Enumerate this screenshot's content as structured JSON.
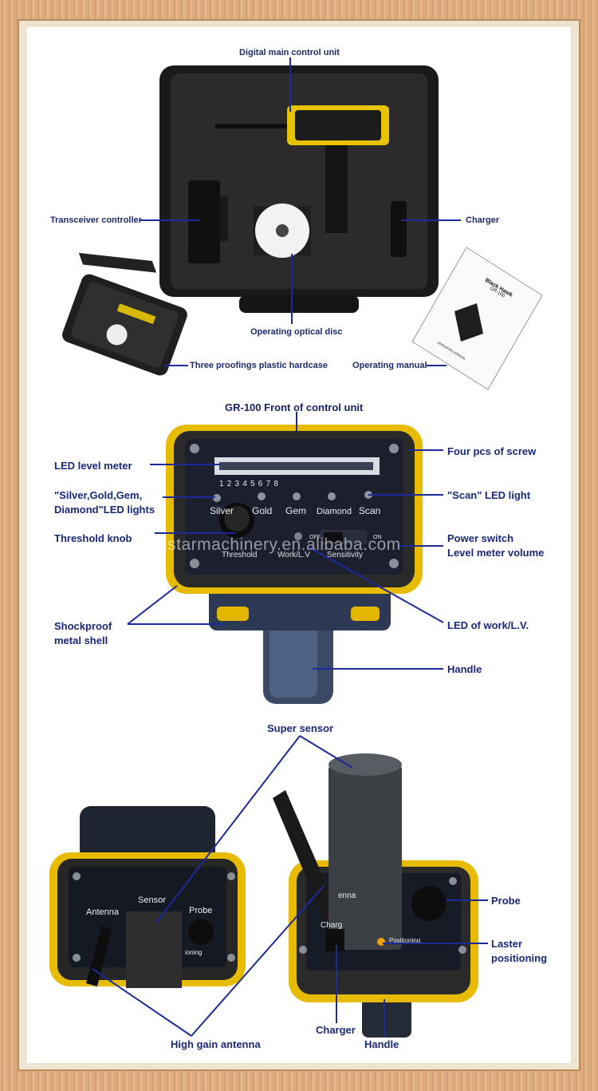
{
  "section1": {
    "main_unit": "Digital main control unit",
    "transceiver": "Transceiver controller",
    "charger": "Charger",
    "optical_disc": "Operating optical disc",
    "hardcase": "Three proofings plastic hardcase",
    "manual": "Operating manual",
    "manual_cover": {
      "brand": "Black Hawk",
      "model": "GR-100",
      "footer": "OPERATING MANUAL"
    }
  },
  "section2": {
    "title": "GR-100 Front of control unit",
    "led_level_meter": "LED level meter",
    "screws": "Four pcs of screw",
    "sgd_lights_1": "\"Silver,Gold,Gem,",
    "sgd_lights_2": "Diamond\"LED lights",
    "scan_light": "\"Scan\" LED light",
    "threshold": "Threshold knob",
    "power_1": "Power switch",
    "power_2": "Level meter volume",
    "shell_1": "Shockproof",
    "shell_2": "metal shell",
    "led_work": "LED of work/L.V.",
    "handle": "Handle",
    "panel": {
      "meter_numbers": [
        "1",
        "2",
        "3",
        "4",
        "5",
        "6",
        "7",
        "8"
      ],
      "lamps": [
        "Silver",
        "Gold",
        "Gem",
        "Diamond",
        "Scan"
      ],
      "threshold": "Threshold",
      "work": "Work/L.V",
      "off": "OFF",
      "on": "ON",
      "sensitivity": "Sensitivity"
    },
    "watermark": "jstarmachinery.en.alibaba.com"
  },
  "section3": {
    "super_sensor": "Super sensor",
    "probe": "Probe",
    "laster_1": "Laster",
    "laster_2": "positioning",
    "charger": "Charger",
    "handle": "Handle",
    "antenna": "High gain antenna",
    "left_panel": {
      "antenna": "Antenna",
      "sensor": "Sensor",
      "probe": "Probe",
      "positioning": "ioning"
    },
    "right_panel": {
      "antenna": "enna",
      "charger": "Charg",
      "positioning": "Positioning"
    }
  }
}
